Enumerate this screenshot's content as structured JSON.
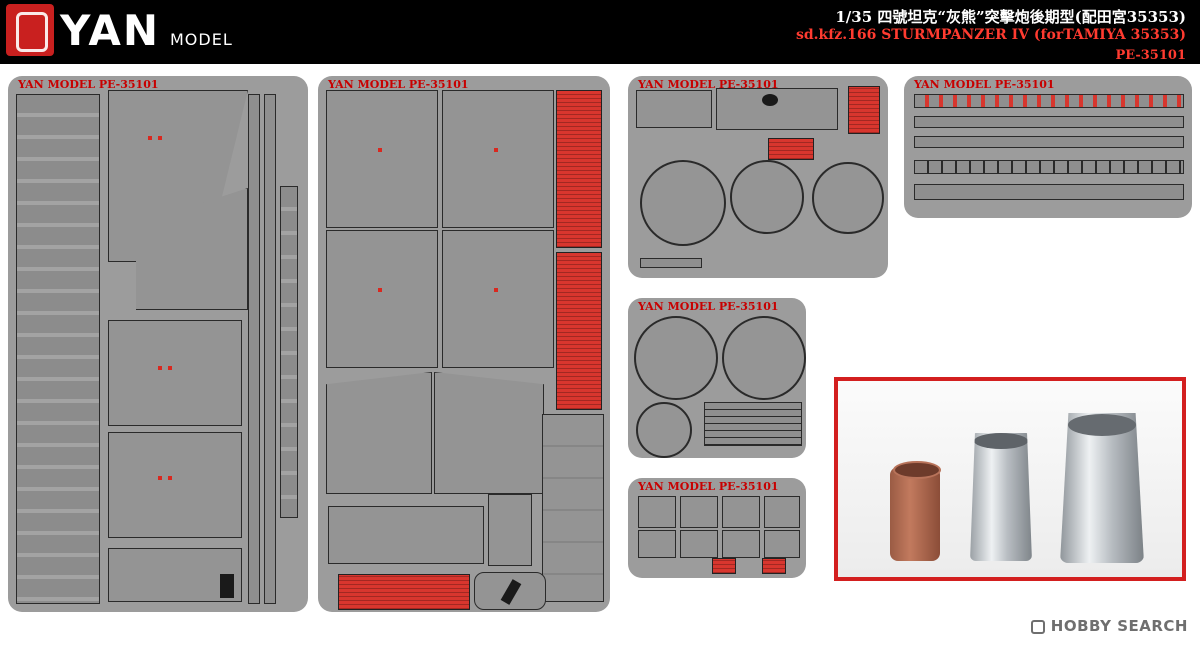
{
  "header": {
    "brand": "YAN",
    "brand_sub": "MODEL",
    "title_line1": "1/35 四號坦克“灰熊”突擊炮後期型(配田宮35353)",
    "title_line2": "sd.kfz.166 STURMPANZER IV (forTAMIYA 35353)",
    "title_line3": "PE-35101"
  },
  "frets": [
    {
      "id": "A",
      "label": "YAN MODEL PE-35101"
    },
    {
      "id": "B",
      "label": "YAN MODEL PE-35101"
    },
    {
      "id": "C",
      "label": "YAN MODEL PE-35101"
    },
    {
      "id": "D",
      "label": "YAN MODEL PE-35101"
    },
    {
      "id": "E",
      "label": "YAN MODEL PE-35101"
    },
    {
      "id": "F",
      "label": "YAN MODEL PE-35101"
    }
  ],
  "watermark": "HOBBY SEARCH",
  "colors": {
    "accent": "#d31f1f",
    "brass": "#9c9c9c",
    "header_bg": "#000000"
  }
}
